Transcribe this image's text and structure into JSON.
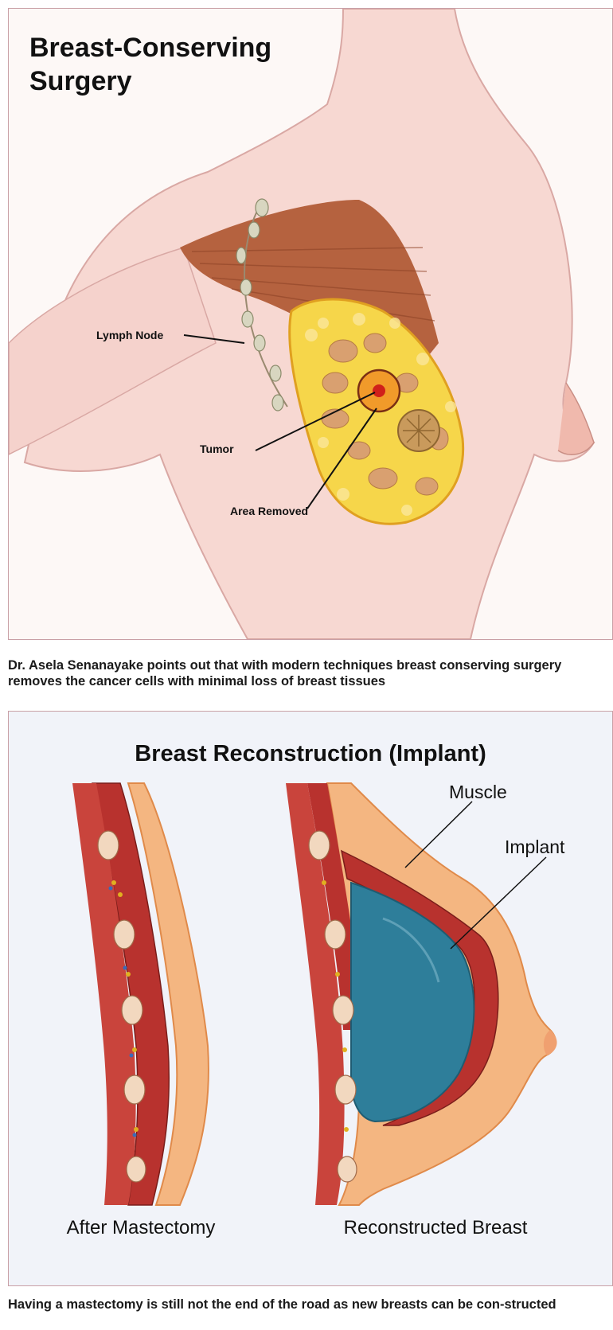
{
  "figure1": {
    "title_line1": "Breast-Conserving",
    "title_line2": "Surgery",
    "labels": {
      "lymph_node": "Lymph Node",
      "tumor": "Tumor",
      "area_removed": "Area Removed"
    },
    "caption": "Dr. Asela Senanayake points out that with modern techniques breast conserving surgery removes the cancer cells with minimal loss of breast tissues"
  },
  "figure2": {
    "title": "Breast Reconstruction (Implant)",
    "labels": {
      "muscle": "Muscle",
      "implant": "Implant",
      "after_mastectomy": "After Mastectomy",
      "reconstructed_breast": "Reconstructed Breast"
    },
    "caption": "Having a mastectomy is still not the end of the road as new breasts can be con-structed"
  }
}
